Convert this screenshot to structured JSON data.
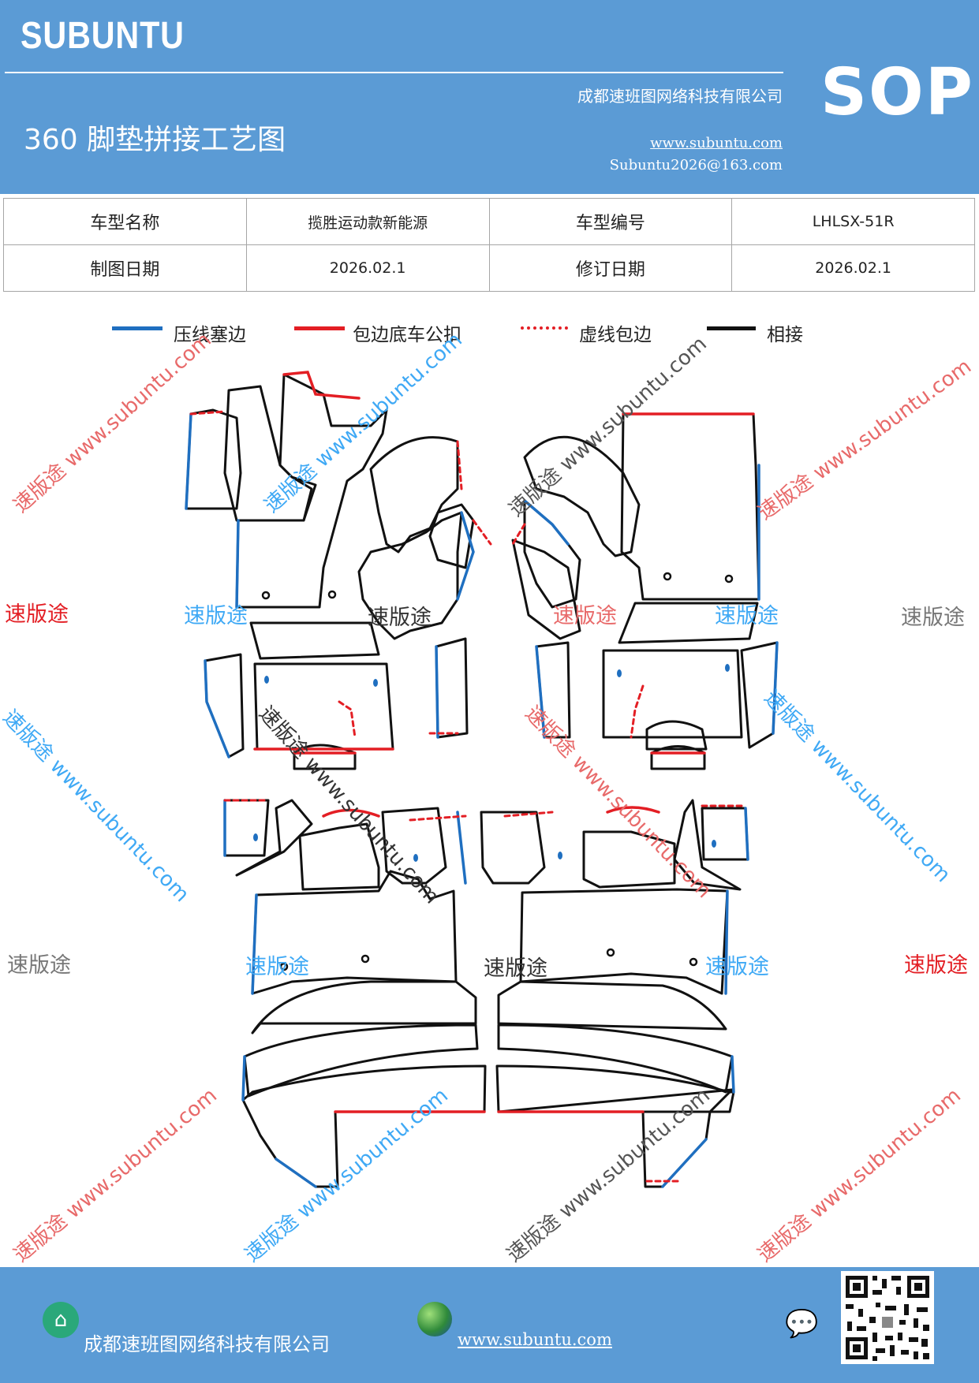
{
  "header": {
    "brand": "SUBUNTU",
    "title": "360 脚垫拼接工艺图",
    "company": "成都速班图网络科技有限公司",
    "website": "www.subuntu.com",
    "email": "Subuntu2026@163.com",
    "badge": "SOP",
    "bg_color": "#5b9bd5"
  },
  "info_table": {
    "model_name_label": "车型名称",
    "model_name_value": "揽胜运动款新能源",
    "model_code_label": "车型编号",
    "model_code_value": "LHLSX-51R",
    "drawing_date_label": "制图日期",
    "drawing_date_value": "2026.02.1",
    "revision_date_label": "修订日期",
    "revision_date_value": "2026.02.1"
  },
  "legend": [
    {
      "label": "压线塞边",
      "color": "#1f6fc0",
      "style": "solid"
    },
    {
      "label": "包边底车公扣",
      "color": "#e31e24",
      "style": "solid"
    },
    {
      "label": "虚线包边",
      "color": "#e31e24",
      "style": "dashed"
    },
    {
      "label": "相接",
      "color": "#111111",
      "style": "solid"
    }
  ],
  "watermarks": {
    "brand_cn": "速版途",
    "domain": "www.subuntu.com",
    "combo": "速版途 www.subuntu.com"
  },
  "footer": {
    "company": "成都速班图网络科技有限公司",
    "website": "www.subuntu.com",
    "icons": [
      "home-icon",
      "globe-icon",
      "wechat-icon",
      "qr-code"
    ]
  }
}
